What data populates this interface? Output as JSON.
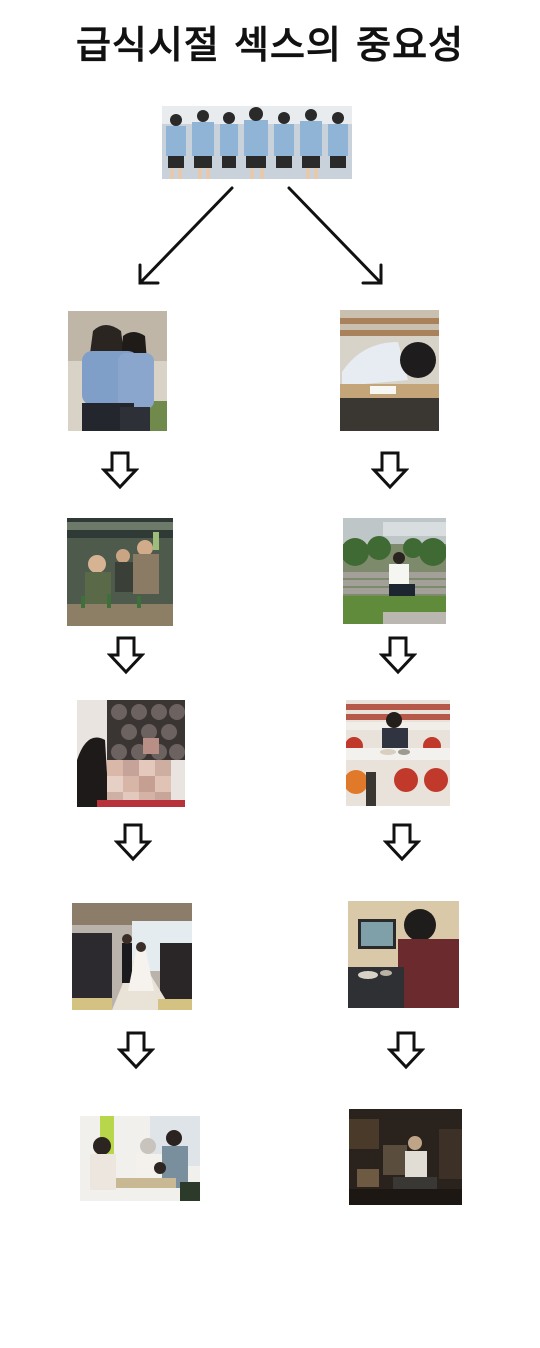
{
  "title": "급식시절 섹스의 중요성",
  "top_image": {
    "icon": "students-walking-photo"
  },
  "left_path": [
    {
      "icon": "couple-hugging-photo"
    },
    {
      "icon": "group-drinking-photo"
    },
    {
      "icon": "censored-couple-photo"
    },
    {
      "icon": "wedding-photo"
    },
    {
      "icon": "family-photo"
    }
  ],
  "right_path": [
    {
      "icon": "studying-alone-photo"
    },
    {
      "icon": "sitting-alone-outdoors-photo"
    },
    {
      "icon": "eating-alone-cafeteria-photo"
    },
    {
      "icon": "eating-alone-tv-photo"
    },
    {
      "icon": "old-man-alone-photo"
    }
  ],
  "colors": {
    "arrow": "#111111",
    "background": "#ffffff"
  }
}
